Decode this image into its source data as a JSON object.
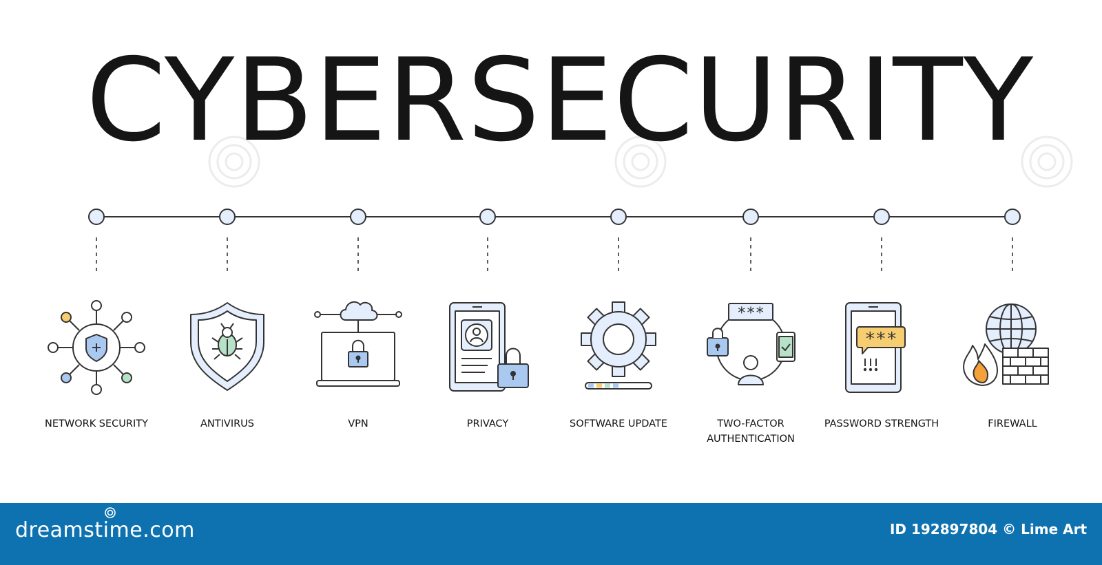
{
  "title": "CYBERSECURITY",
  "nodes": [
    {
      "label_lines": [
        "NETWORK SECURITY"
      ],
      "icon": "network-shield-icon"
    },
    {
      "label_lines": [
        "ANTIVIRUS"
      ],
      "icon": "shield-bug-icon"
    },
    {
      "label_lines": [
        "VPN"
      ],
      "icon": "cloud-laptop-lock-icon"
    },
    {
      "label_lines": [
        "PRIVACY"
      ],
      "icon": "phone-profile-lock-icon"
    },
    {
      "label_lines": [
        "SOFTWARE UPDATE"
      ],
      "icon": "gear-progress-icon"
    },
    {
      "label_lines": [
        "TWO-FACTOR",
        "AUTHENTICATION"
      ],
      "icon": "two-factor-cycle-icon"
    },
    {
      "label_lines": [
        "PASSWORD STRENGTH"
      ],
      "icon": "phone-password-icon"
    },
    {
      "label_lines": [
        "FIREWALL"
      ],
      "icon": "globe-wall-fire-icon"
    }
  ],
  "footer": {
    "brand": "dreamstime.com",
    "credit": "ID 192897804 © Lime Art"
  },
  "colors": {
    "text": "#151515",
    "outline": "#333333",
    "light_blue_fill": "#e4eefc",
    "blue_fill": "#a9c9f1",
    "yellow_fill": "#f7cd72",
    "green_fill": "#b8e2c8",
    "orange_fill": "#f4a13a",
    "footer": "#0f72b0"
  }
}
